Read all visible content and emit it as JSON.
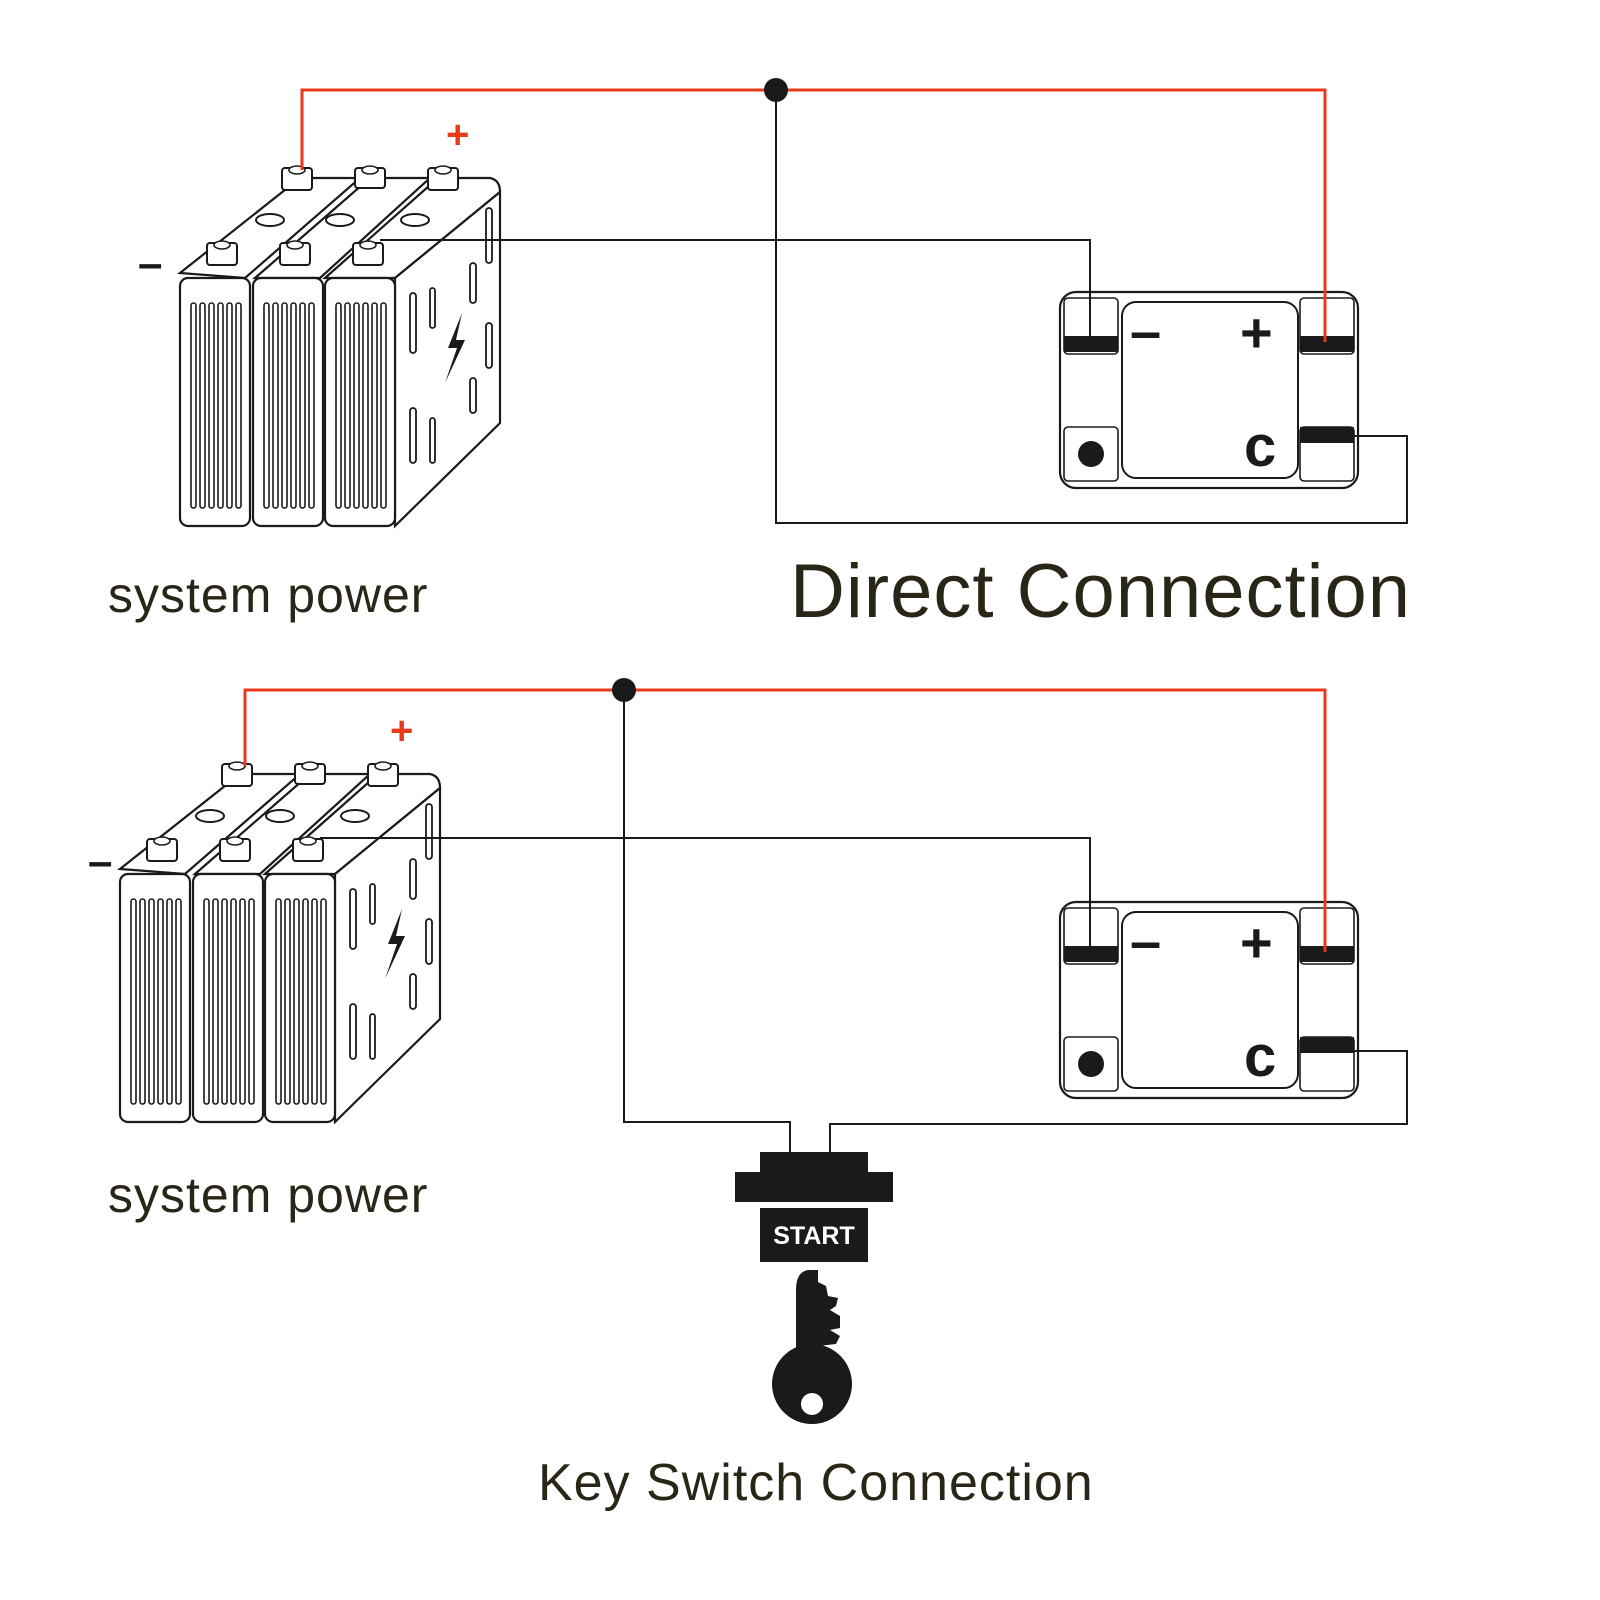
{
  "colors": {
    "positive_wire": "#e8391d",
    "line": "#1a1a1a",
    "caption": "#2a2617"
  },
  "top": {
    "battery_label": "system power",
    "title": "Direct Connection",
    "battery_minus": "–",
    "battery_plus": "+",
    "solenoid": {
      "minus": "–",
      "plus": "+",
      "c": "c"
    }
  },
  "bottom": {
    "battery_label": "system power",
    "title": "Key Switch Connection",
    "battery_minus": "–",
    "battery_plus": "+",
    "solenoid": {
      "minus": "–",
      "plus": "+",
      "c": "c"
    },
    "key_switch_label": "START"
  }
}
